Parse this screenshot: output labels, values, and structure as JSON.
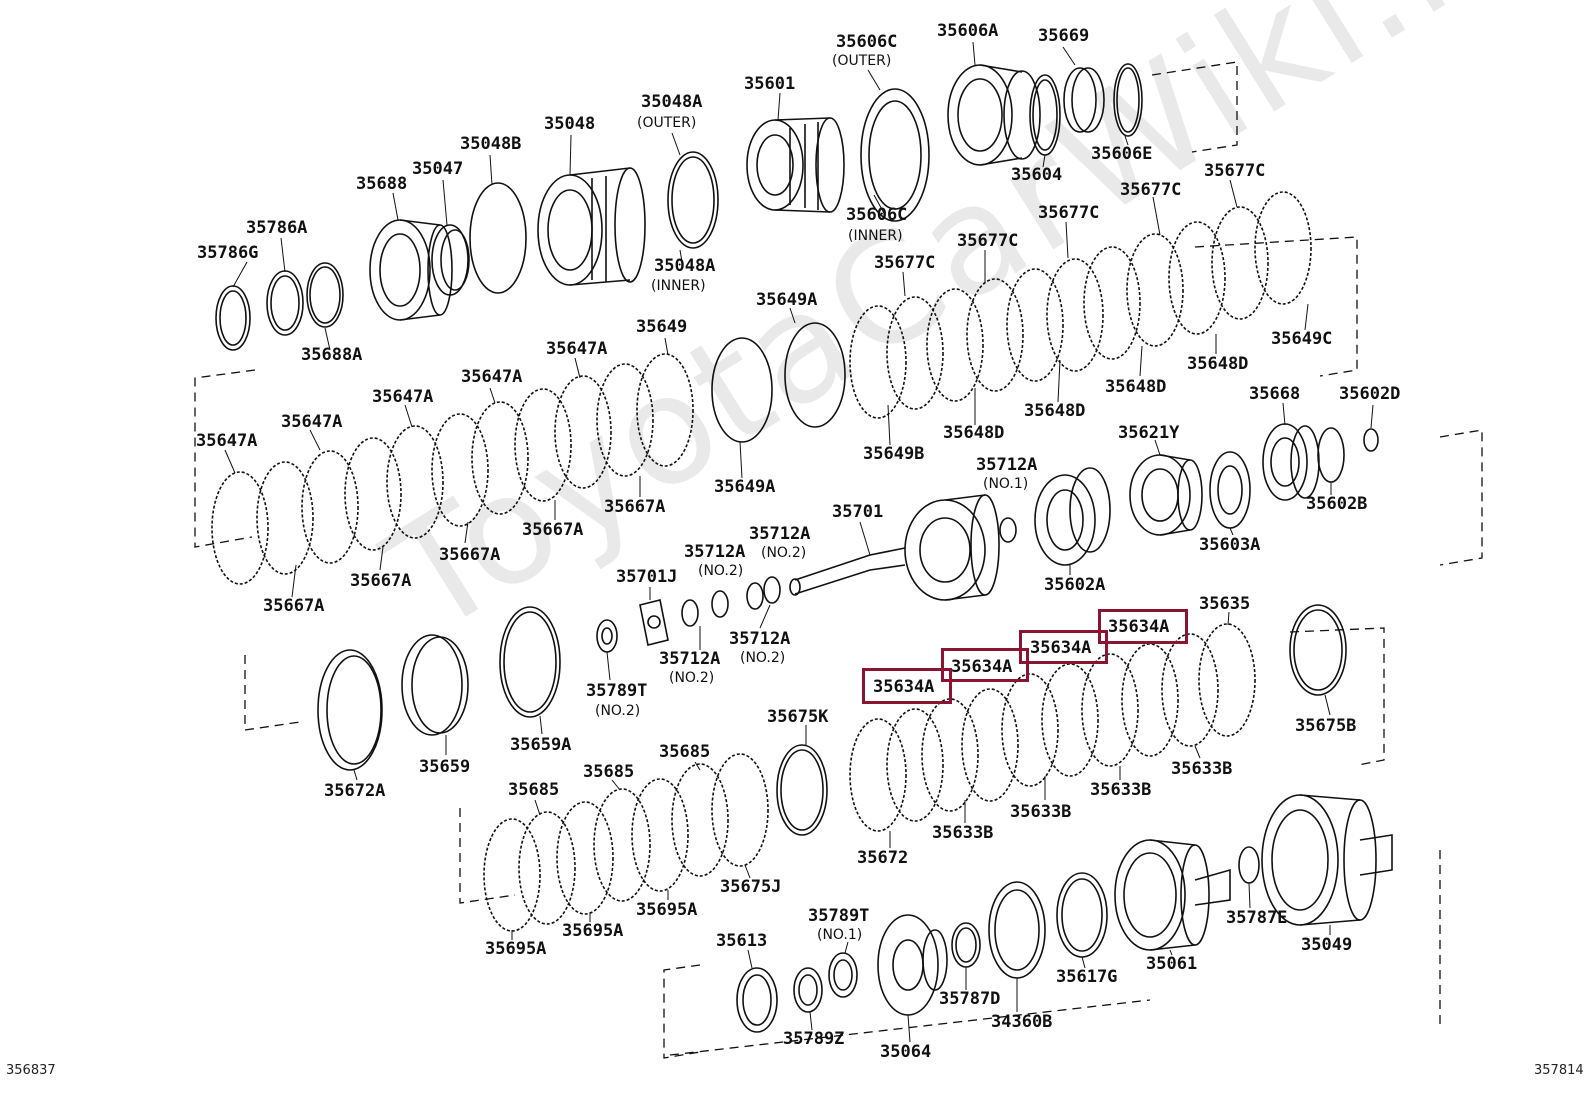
{
  "watermark": "ToyotaCarWiki.ru",
  "codes": {
    "left": "356837",
    "right": "357814"
  },
  "labels": {
    "p35606A": "35606A",
    "p35669": "35669",
    "p35606C_o": "35606C",
    "n_outer1": "(OUTER)",
    "p35601": "35601",
    "p35048A_o": "35048A",
    "n_outer2": "(OUTER)",
    "p35048": "35048",
    "p35048B": "35048B",
    "p35047": "35047",
    "p35688": "35688",
    "p35786A": "35786A",
    "p35786G": "35786G",
    "p35688A": "35688A",
    "p35048A_i": "35048A",
    "n_inner1": "(INNER)",
    "p35606C_i": "35606C",
    "n_inner2": "(INNER)",
    "p35604": "35604",
    "p35606E": "35606E",
    "p35677C_1": "35677C",
    "p35677C_2": "35677C",
    "p35677C_3": "35677C",
    "p35677C_4": "35677C",
    "p35677C_5": "35677C",
    "p35649C": "35649C",
    "p35648D_1": "35648D",
    "p35648D_2": "35648D",
    "p35648D_3": "35648D",
    "p35648D_4": "35648D",
    "p35649B": "35649B",
    "p35649A_1": "35649A",
    "p35649A_2": "35649A",
    "p35649": "35649",
    "p35647A_1": "35647A",
    "p35647A_2": "35647A",
    "p35647A_3": "35647A",
    "p35647A_4": "35647A",
    "p35647A_5": "35647A",
    "p35667A_1": "35667A",
    "p35667A_2": "35667A",
    "p35667A_3": "35667A",
    "p35667A_4": "35667A",
    "p35667A_5": "35667A",
    "p35668": "35668",
    "p35602D": "35602D",
    "p35621Y": "35621Y",
    "p35602B": "35602B",
    "p35603A": "35603A",
    "p35712A_a": "35712A",
    "n_no1a": "(NO.1)",
    "p35602A": "35602A",
    "p35701": "35701",
    "p35712A_b": "35712A",
    "n_no2b": "(NO.2)",
    "p35712A_c": "35712A",
    "n_no2c": "(NO.2)",
    "p35701J": "35701J",
    "p35712A_d": "35712A",
    "n_no2d": "(NO.2)",
    "p35712A_e": "35712A",
    "n_no2e": "(NO.2)",
    "p35789T_a": "35789T",
    "n_no2f": "(NO.2)",
    "p35659A": "35659A",
    "p35659": "35659",
    "p35672A": "35672A",
    "p35635": "35635",
    "p35634A_1": "35634A",
    "p35634A_2": "35634A",
    "p35634A_3": "35634A",
    "p35634A_4": "35634A",
    "p35675B": "35675B",
    "p35633B_1": "35633B",
    "p35633B_2": "35633B",
    "p35633B_3": "35633B",
    "p35633B_4": "35633B",
    "p35672": "35672",
    "p35675K": "35675K",
    "p35685_1": "35685",
    "p35685_2": "35685",
    "p35685_3": "35685",
    "p35675J": "35675J",
    "p35695A_1": "35695A",
    "p35695A_2": "35695A",
    "p35695A_3": "35695A",
    "p35789T_b": "35789T",
    "n_no1b": "(NO.1)",
    "p35613": "35613",
    "p35789Z": "35789Z",
    "p35064": "35064",
    "p35787D": "35787D",
    "p34360B": "34360B",
    "p35617G": "35617G",
    "p35061": "35061",
    "p35787E": "35787E",
    "p35049": "35049"
  },
  "highlight_color": "#8b1530"
}
